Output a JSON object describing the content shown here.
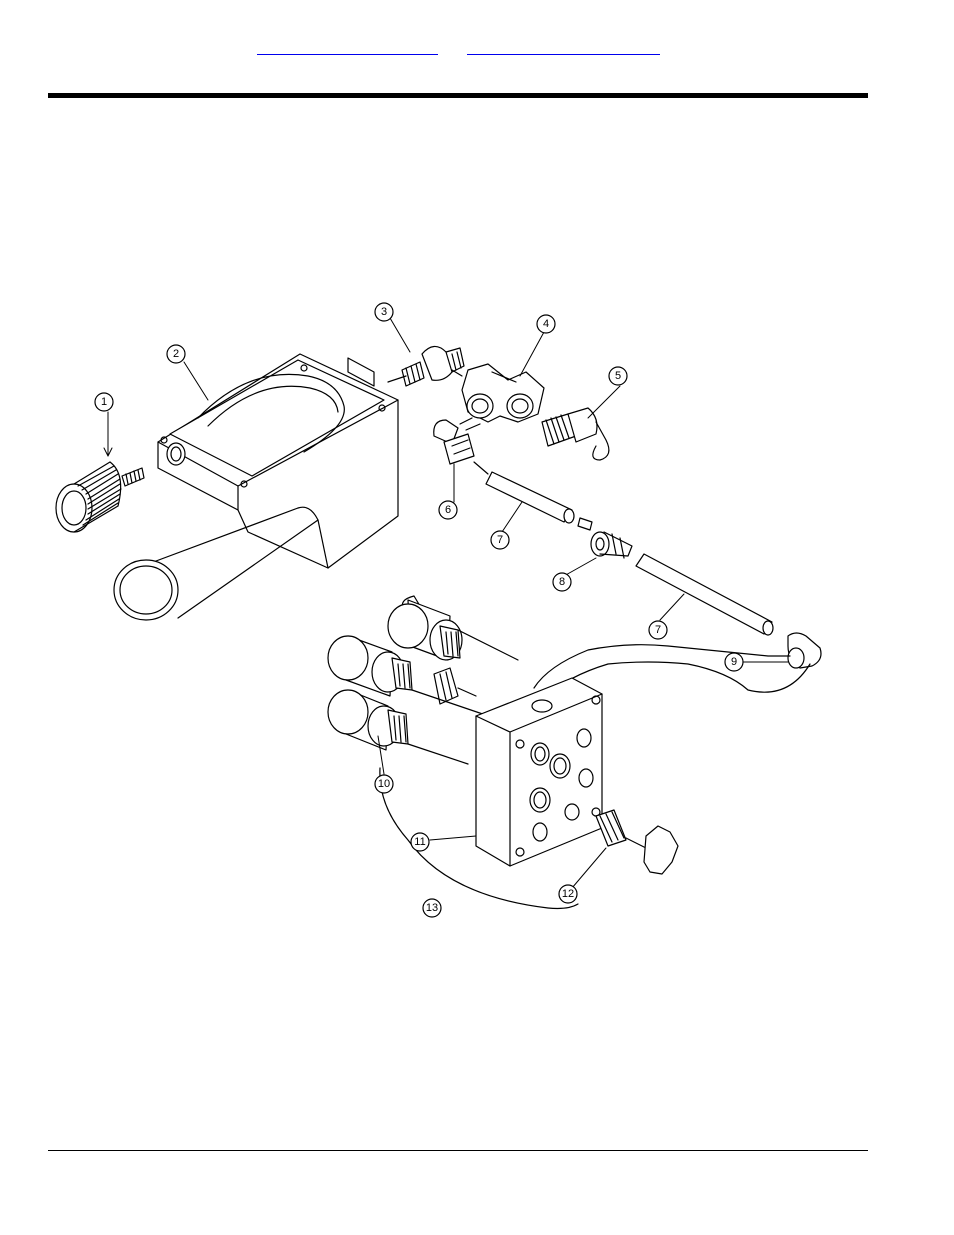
{
  "header": {
    "links": [
      "",
      ""
    ]
  },
  "diagram": {
    "callouts": [
      "1",
      "2",
      "3",
      "4",
      "5",
      "6",
      "7",
      "8",
      "7",
      "9",
      "10",
      "11",
      "12",
      "13"
    ]
  }
}
